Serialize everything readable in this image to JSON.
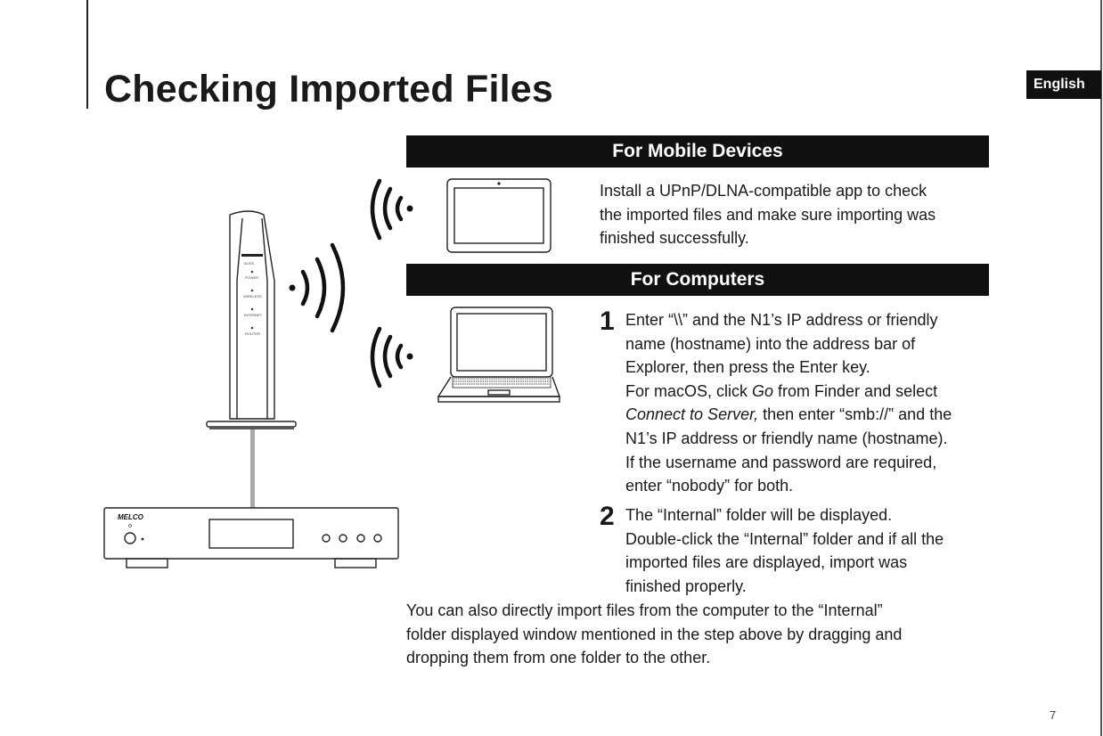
{
  "page": {
    "title": "Checking Imported Files",
    "language_tab": "English",
    "page_number": "7"
  },
  "mobile": {
    "heading": "For Mobile Devices",
    "lines": [
      "Install a UPnP/DLNA-compatible app to check",
      "the imported files and make sure importing was",
      "finished successfully."
    ]
  },
  "computers": {
    "heading": "For Computers",
    "steps": [
      {
        "number": "1",
        "lines": [
          "Enter “\\\\” and the N1’s IP address or friendly",
          "name (hostname) into the address bar of",
          "Explorer, then press the Enter key.",
          "For macOS, click ",
          "Go",
          " from Finder and select",
          "Connect to Server,",
          " then enter “smb://” and the",
          "N1’s IP address or friendly name (hostname).",
          "If the username and password are required,",
          "enter “nobody” for both."
        ]
      },
      {
        "number": "2",
        "lines": [
          "The “Internal” folder will be displayed.",
          "Double-click the “Internal” folder and if all the",
          "imported files are displayed, import was",
          "finished properly."
        ]
      }
    ],
    "note_lines": [
      "You can also directly import files from the computer to the “Internal”",
      "folder displayed window mentioned in the step above by dragging and",
      "dropping them from one folder to the other."
    ]
  },
  "illustration": {
    "router_labels": [
      "AOSS",
      "POWER",
      "WIRELESS",
      "INTERNET",
      "ROUTER"
    ],
    "device_brand": "MELCO",
    "icons": [
      "router-icon",
      "tablet-icon",
      "laptop-icon",
      "music-server-icon",
      "wifi-signal-icon"
    ]
  }
}
